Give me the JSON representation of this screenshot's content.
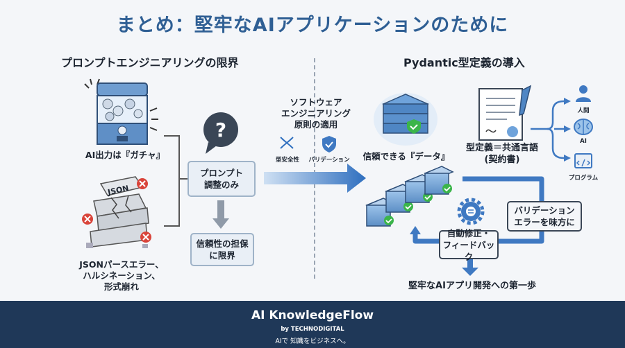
{
  "title": "まとめ：堅牢なAIアプリケーションのために",
  "left": {
    "heading": "プロンプトエンジニアリングの限界",
    "gacha_label": "AI出力は『ガチャ』",
    "json_tag": "JSON",
    "errors_label": [
      "JSONパースエラー、",
      "ハルシネーション、",
      "形式崩れ"
    ],
    "box_prompt": [
      "プロンプト",
      "調整のみ"
    ],
    "box_limit": [
      "信頼性の担保",
      "に限界"
    ]
  },
  "middle": {
    "principle": [
      "ソフトウェア",
      "エンジニアリング",
      "原則の適用"
    ],
    "type_safety": "型安全性",
    "validation": "バリデーション"
  },
  "right": {
    "heading": "Pydantic型定義の導入",
    "trusted_data": "信頼できる『データ』",
    "contract": [
      "型定義＝共通言語",
      "(契約書)"
    ],
    "human": "人間",
    "ai": "AI",
    "program": "プログラム",
    "validation_box": [
      "バリデーション",
      "エラーを味方に"
    ],
    "feedback_box": [
      "自動修正・",
      "フィードバック"
    ],
    "first_step": "堅牢なAIアプリ開発への第一歩"
  },
  "footer": {
    "brand": "AI KnowledgeFlow",
    "by": "by TECHNODIGITAL",
    "tagline": "AIで 知識をビジネスへ。"
  },
  "colors": {
    "title": "#2f5f94",
    "arrow": "#3f79c2",
    "footer": "#1f3858",
    "check": "#3bb54a",
    "error": "#d9443a"
  }
}
